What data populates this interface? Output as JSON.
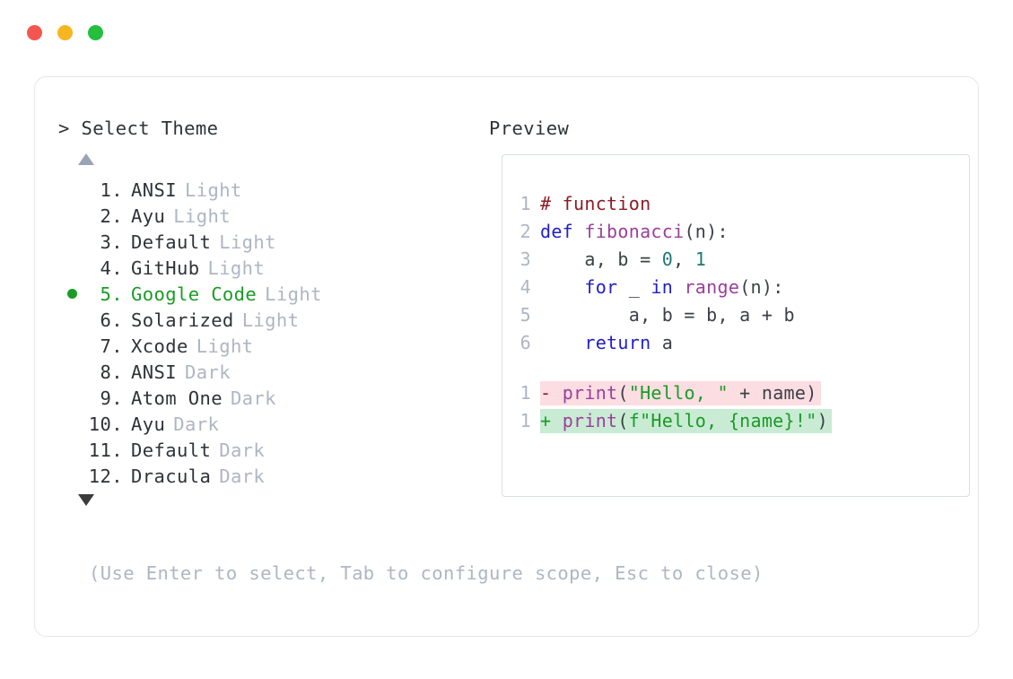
{
  "window": {
    "traffic_lights": [
      {
        "name": "close",
        "color": "#f2564f"
      },
      {
        "name": "minimize",
        "color": "#f6b622"
      },
      {
        "name": "zoom",
        "color": "#24c03d"
      }
    ]
  },
  "prompt": {
    "heading": "> Select Theme",
    "scroll_up_icon": "triangle-up",
    "scroll_down_icon": "triangle-down",
    "hint": "(Use Enter to select, Tab to configure scope, Esc to close)"
  },
  "themes": [
    {
      "index": "1.",
      "name": "ANSI",
      "variant": "Light",
      "selected": false
    },
    {
      "index": "2.",
      "name": "Ayu",
      "variant": "Light",
      "selected": false
    },
    {
      "index": "3.",
      "name": "Default",
      "variant": "Light",
      "selected": false
    },
    {
      "index": "4.",
      "name": "GitHub",
      "variant": "Light",
      "selected": false
    },
    {
      "index": "5.",
      "name": "Google Code",
      "variant": "Light",
      "selected": true
    },
    {
      "index": "6.",
      "name": "Solarized",
      "variant": "Light",
      "selected": false
    },
    {
      "index": "7.",
      "name": "Xcode",
      "variant": "Light",
      "selected": false
    },
    {
      "index": "8.",
      "name": "ANSI",
      "variant": "Dark",
      "selected": false
    },
    {
      "index": "9.",
      "name": "Atom One",
      "variant": "Dark",
      "selected": false
    },
    {
      "index": "10.",
      "name": "Ayu",
      "variant": "Dark",
      "selected": false
    },
    {
      "index": "11.",
      "name": "Default",
      "variant": "Dark",
      "selected": false
    },
    {
      "index": "12.",
      "name": "Dracula",
      "variant": "Dark",
      "selected": false
    }
  ],
  "preview": {
    "heading": "Preview",
    "code_lines": [
      {
        "num": "1",
        "tokens": [
          {
            "t": "# function",
            "c": "comment"
          }
        ]
      },
      {
        "num": "2",
        "tokens": [
          {
            "t": "def ",
            "c": "keyword"
          },
          {
            "t": "fibonacci",
            "c": "func"
          },
          {
            "t": "(n):",
            "c": "plain"
          }
        ]
      },
      {
        "num": "3",
        "tokens": [
          {
            "t": "    a, b = ",
            "c": "plain"
          },
          {
            "t": "0",
            "c": "number"
          },
          {
            "t": ", ",
            "c": "plain"
          },
          {
            "t": "1",
            "c": "number"
          }
        ]
      },
      {
        "num": "4",
        "tokens": [
          {
            "t": "    ",
            "c": "plain"
          },
          {
            "t": "for",
            "c": "keyword"
          },
          {
            "t": " _ ",
            "c": "plain"
          },
          {
            "t": "in",
            "c": "keyword"
          },
          {
            "t": " ",
            "c": "plain"
          },
          {
            "t": "range",
            "c": "builtin"
          },
          {
            "t": "(n):",
            "c": "plain"
          }
        ]
      },
      {
        "num": "5",
        "tokens": [
          {
            "t": "        a, b = b, a + b",
            "c": "plain"
          }
        ]
      },
      {
        "num": "6",
        "tokens": [
          {
            "t": "    ",
            "c": "plain"
          },
          {
            "t": "return",
            "c": "keyword"
          },
          {
            "t": " a",
            "c": "plain"
          }
        ]
      }
    ],
    "diff_lines": [
      {
        "num": "1",
        "kind": "removed",
        "mark": "-",
        "tokens": [
          {
            "t": "print",
            "c": "builtin"
          },
          {
            "t": "(",
            "c": "plain"
          },
          {
            "t": "\"Hello, \"",
            "c": "string"
          },
          {
            "t": " + name)",
            "c": "plain"
          }
        ]
      },
      {
        "num": "1",
        "kind": "added",
        "mark": "+",
        "tokens": [
          {
            "t": "print",
            "c": "builtin"
          },
          {
            "t": "(",
            "c": "plain"
          },
          {
            "t": "f\"Hello, {name}!\"",
            "c": "string"
          },
          {
            "t": ")",
            "c": "plain"
          }
        ]
      }
    ]
  },
  "colors": {
    "selected": "#1a9b26",
    "muted": "#aeb6c4",
    "text": "#2f3338",
    "diff_removed_bg": "#fbdde2",
    "diff_added_bg": "#c9ebd4",
    "border": "#e3e6ec",
    "preview_border": "#d8dee8"
  }
}
